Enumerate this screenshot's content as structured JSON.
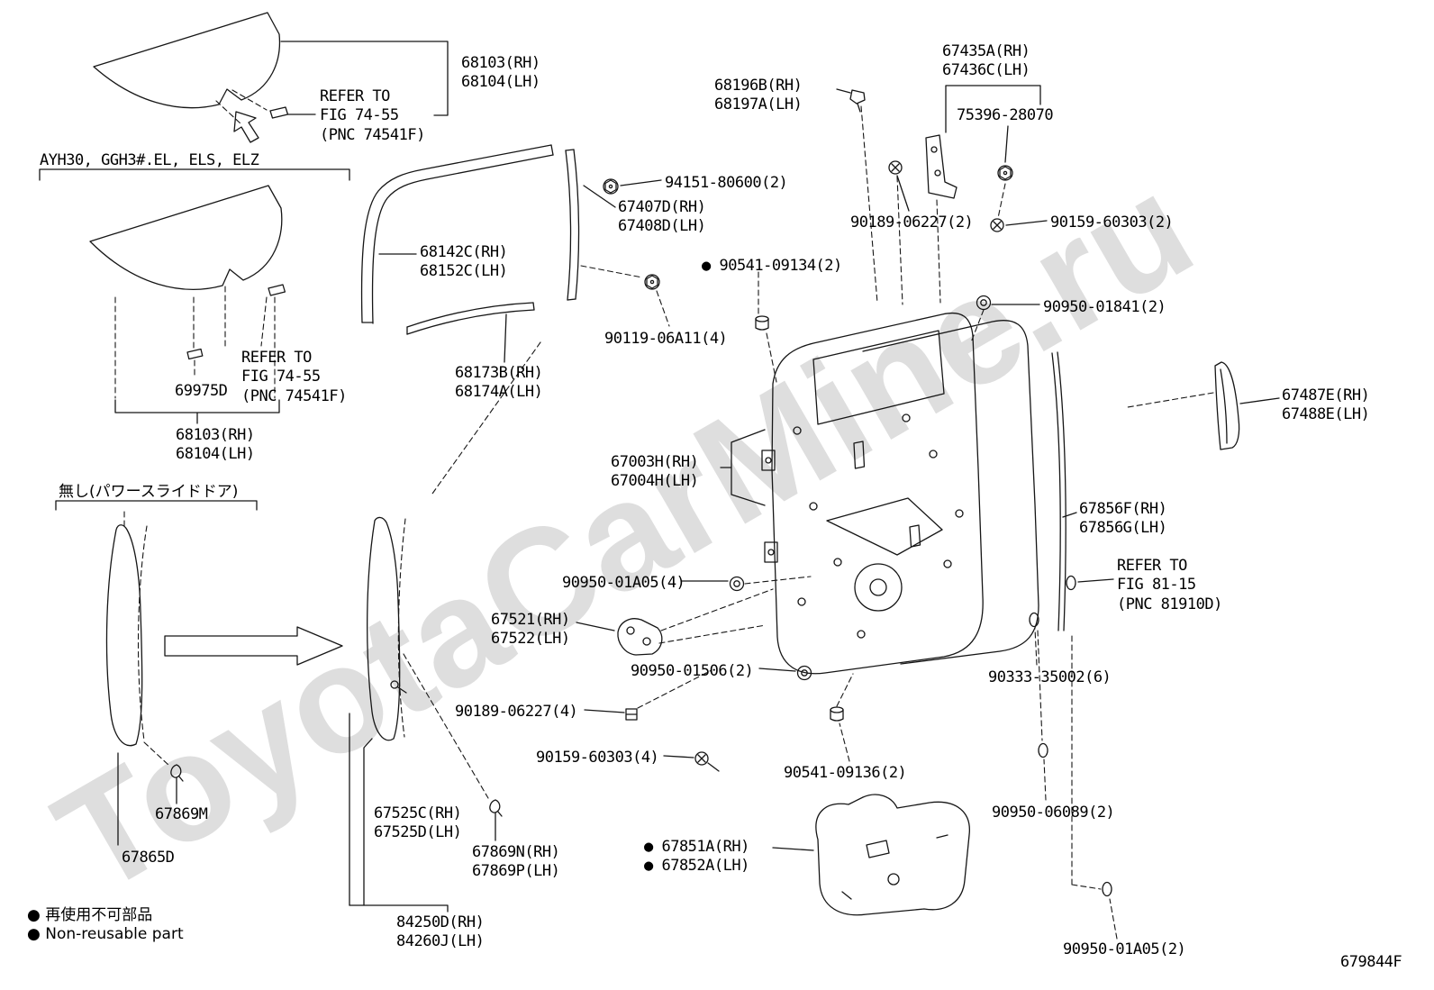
{
  "doc": {
    "drawing_number": "679844F",
    "watermark": "ToyotaCarMine.ru"
  },
  "labels": [
    {
      "text": "68103(RH)\n68104(LH)"
    },
    {
      "text": "REFER TO\nFIG 74-55\n(PNC 74541F)"
    },
    {
      "text": "AYH30, GGH3#.EL, ELS, ELZ"
    },
    {
      "text": "68196B(RH)\n68197A(LH)"
    },
    {
      "text": "67435A(RH)\n67436C(LH)"
    },
    {
      "text": "75396-28070"
    },
    {
      "text": "94151-80600(2)"
    },
    {
      "text": "67407D(RH)\n67408D(LH)"
    },
    {
      "text": "90189-06227(2)"
    },
    {
      "text": "90159-60303(2)"
    },
    {
      "text": "68142C(RH)\n68152C(LH)"
    },
    {
      "text": "● 90541-09134(2)"
    },
    {
      "text": "90950-01841(2)"
    },
    {
      "text": "90119-06A11(4)"
    },
    {
      "text": "68173B(RH)\n68174A(LH)"
    },
    {
      "text": "REFER TO\nFIG 74-55\n(PNC 74541F)"
    },
    {
      "text": "69975D"
    },
    {
      "text": "68103(RH)\n68104(LH)"
    },
    {
      "text": "67487E(RH)\n67488E(LH)"
    },
    {
      "text": "67003H(RH)\n67004H(LH)"
    },
    {
      "text": "67856F(RH)\n67856G(LH)"
    },
    {
      "text": "無し(パワースライドドア)"
    },
    {
      "text": "REFER TO\nFIG 81-15\n(PNC 81910D)"
    },
    {
      "text": "90950-01A05(4)"
    },
    {
      "text": "67521(RH)\n67522(LH)"
    },
    {
      "text": "90950-01506(2)"
    },
    {
      "text": "90333-35002(6)"
    },
    {
      "text": "90189-06227(4)"
    },
    {
      "text": "90159-60303(4)"
    },
    {
      "text": "90541-09136(2)"
    },
    {
      "text": "90950-06089(2)"
    },
    {
      "text": "67869M"
    },
    {
      "text": "67865D"
    },
    {
      "text": "67525C(RH)\n67525D(LH)"
    },
    {
      "text": "67869N(RH)\n67869P(LH)"
    },
    {
      "text": "● 67851A(RH)\n● 67852A(LH)"
    },
    {
      "text": "84250D(RH)\n84260J(LH)"
    },
    {
      "text": "90950-01A05(2)"
    },
    {
      "text": "● 再使用不可部品\n● Non-reusable part"
    },
    {
      "text": "679844F"
    }
  ]
}
